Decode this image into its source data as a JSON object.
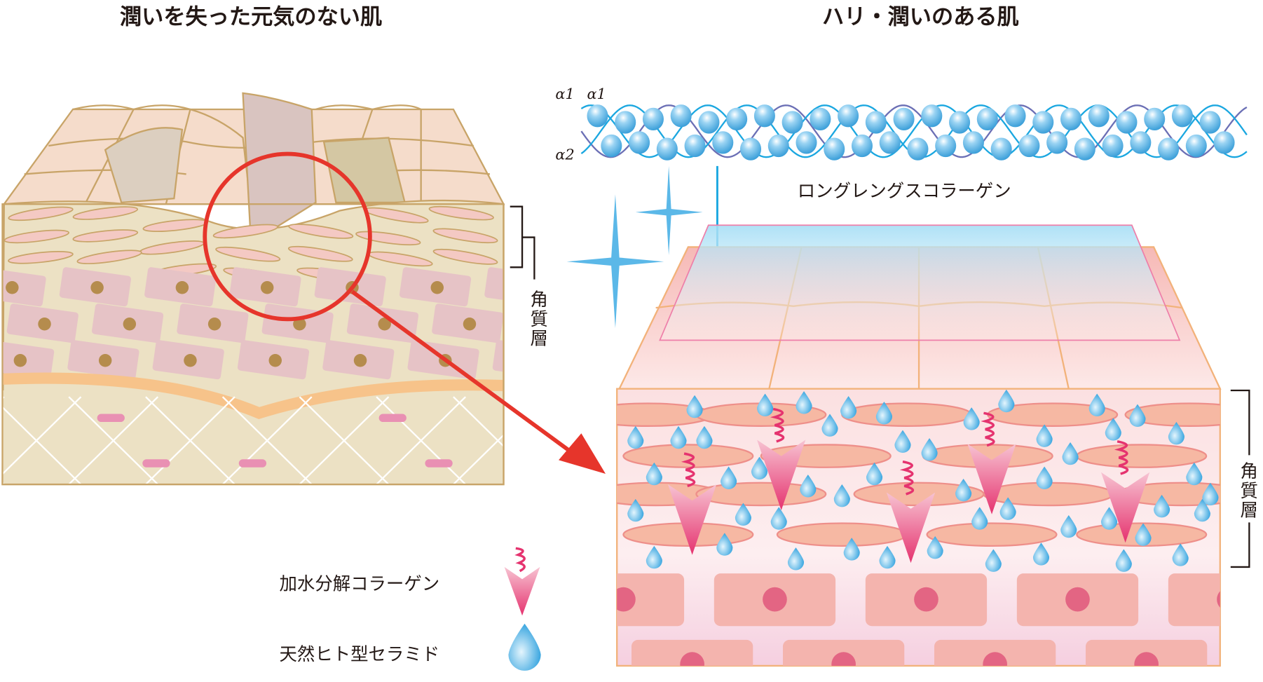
{
  "left_panel": {
    "title": "潤いを失った元気のない肌",
    "layer_label": "角質層"
  },
  "right_panel": {
    "title": "ハリ・潤いのある肌",
    "layer_label": "角質層",
    "collagen_label": "ロングレングスコラーゲン",
    "helix_labels": {
      "alpha1a": "α1",
      "alpha1b": "α1",
      "alpha2": "α2"
    }
  },
  "legend": {
    "items": [
      {
        "label": "加水分解コラーゲン",
        "icon": "hydrolyzed-collagen-icon"
      },
      {
        "label": "天然ヒト型セラミド",
        "icon": "ceramide-drop-icon"
      }
    ]
  },
  "colors": {
    "skin_pink": "#f4c9c3",
    "cream": "#ece1c4",
    "outline_tan": "#c8a468",
    "highlight_red": "#e6352b",
    "water_blue": "#5bb8e8",
    "collagen_magenta": "#e5336f",
    "helix_cyan": "#1aa7e0",
    "helix_purple": "#6b6fb5"
  }
}
